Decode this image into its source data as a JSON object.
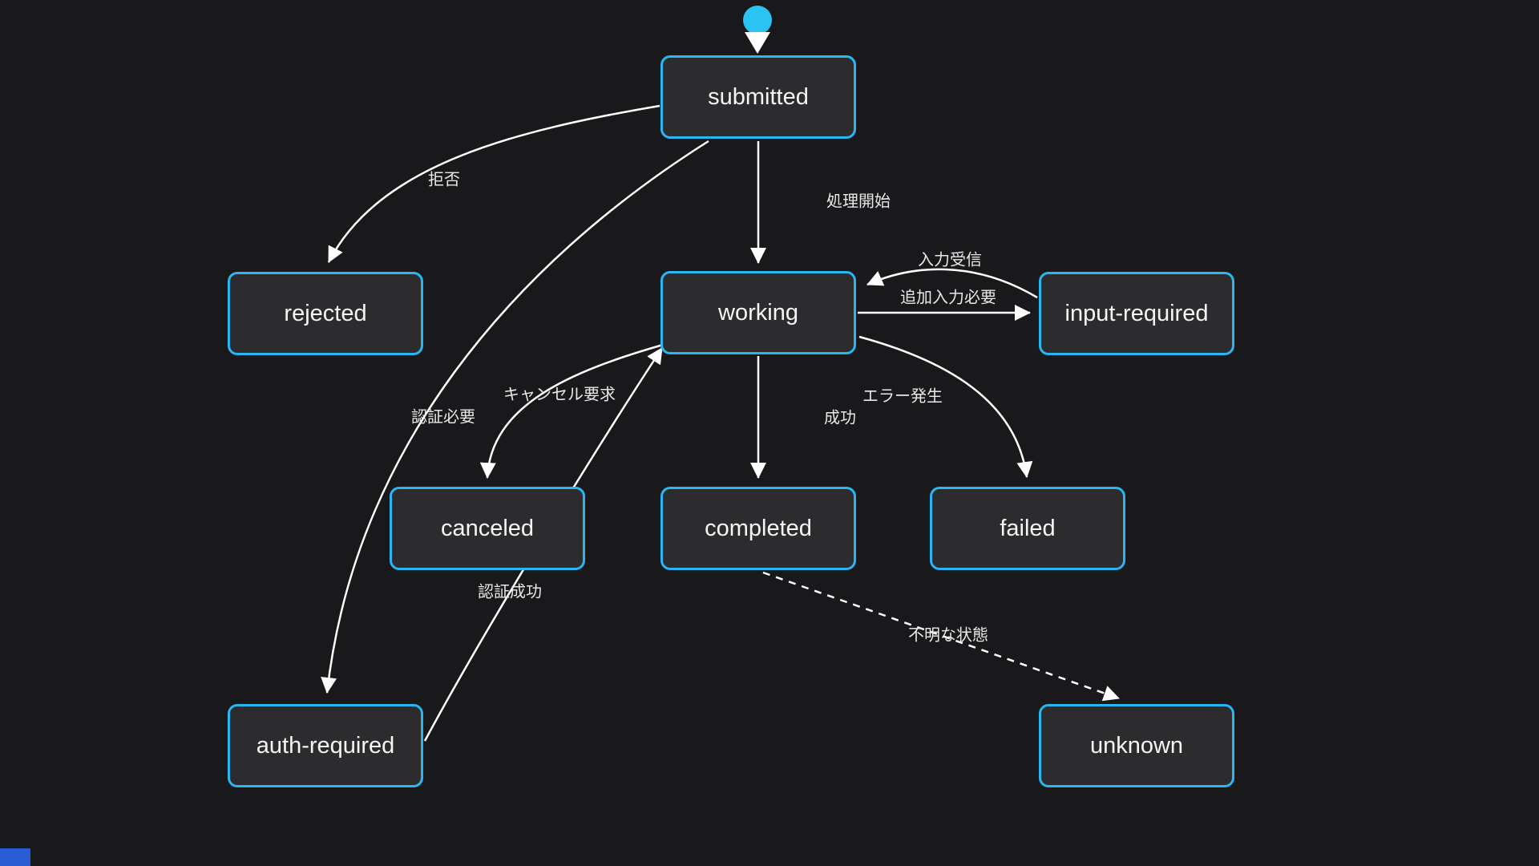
{
  "diagram": {
    "type": "state-diagram",
    "colors": {
      "background": "#19191b",
      "node_fill": "#2c2c2e",
      "node_border": "#29b6f2",
      "node_text": "#f5f5f5",
      "edge_line": "#ffffff",
      "edge_label_text": "#e8e8e8",
      "initial_state_dot": "#29c4f2",
      "corner_accent": "#2a5cd6"
    },
    "nodes": [
      {
        "id": "submitted",
        "label": "submitted"
      },
      {
        "id": "rejected",
        "label": "rejected"
      },
      {
        "id": "working",
        "label": "working"
      },
      {
        "id": "input-required",
        "label": "input-required"
      },
      {
        "id": "canceled",
        "label": "canceled"
      },
      {
        "id": "completed",
        "label": "completed"
      },
      {
        "id": "failed",
        "label": "failed"
      },
      {
        "id": "auth-required",
        "label": "auth-required"
      },
      {
        "id": "unknown",
        "label": "unknown"
      }
    ],
    "edges": [
      {
        "from": "initial",
        "to": "submitted",
        "label": "",
        "style": "solid"
      },
      {
        "from": "submitted",
        "to": "rejected",
        "label": "拒否",
        "style": "solid"
      },
      {
        "from": "submitted",
        "to": "working",
        "label": "処理開始",
        "style": "solid"
      },
      {
        "from": "input-required",
        "to": "working",
        "label": "入力受信",
        "style": "solid"
      },
      {
        "from": "working",
        "to": "input-required",
        "label": "追加入力必要",
        "style": "solid"
      },
      {
        "from": "working",
        "to": "canceled",
        "label": "キャンセル要求",
        "style": "solid"
      },
      {
        "from": "submitted",
        "to": "auth-required",
        "label": "認証必要",
        "style": "solid"
      },
      {
        "from": "auth-required",
        "to": "working",
        "label": "認証成功",
        "style": "solid"
      },
      {
        "from": "working",
        "to": "completed",
        "label": "成功",
        "style": "solid"
      },
      {
        "from": "working",
        "to": "failed",
        "label": "エラー発生",
        "style": "solid"
      },
      {
        "from": "completed",
        "to": "unknown",
        "label": "不明な状態",
        "style": "dashed"
      }
    ]
  }
}
